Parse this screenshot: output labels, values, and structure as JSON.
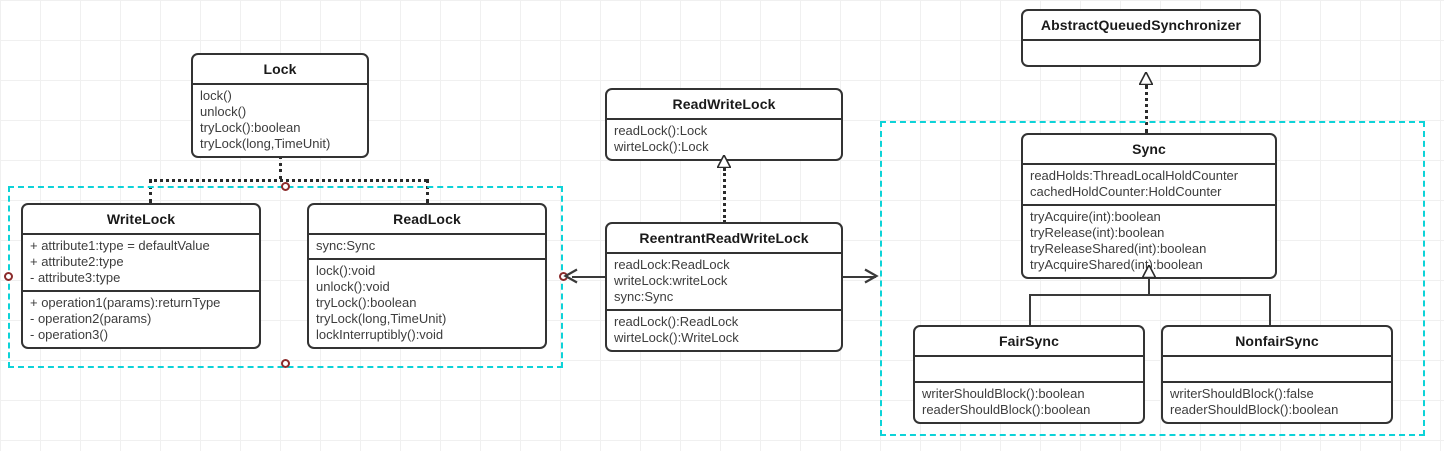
{
  "diagram": {
    "title": "ReentrantReadWriteLock UML class diagram",
    "accent_selection_color": "#0dd3d8",
    "handle_color": "#8b2b2b",
    "box_border_color": "#333333"
  },
  "classes": {
    "lock": {
      "name": "Lock",
      "attributes": [],
      "operations": [
        "lock()",
        "unlock()",
        "tryLock():boolean",
        "tryLock(long,TimeUnit)"
      ]
    },
    "write_lock": {
      "name": "WriteLock",
      "attributes": [
        "+ attribute1:type = defaultValue",
        "+ attribute2:type",
        "- attribute3:type"
      ],
      "operations": [
        "+ operation1(params):returnType",
        "- operation2(params)",
        "- operation3()"
      ]
    },
    "read_lock": {
      "name": "ReadLock",
      "attributes": [
        "sync:Sync"
      ],
      "operations": [
        "lock():void",
        "unlock():void",
        "tryLock():boolean",
        "tryLock(long,TimeUnit)",
        "lockInterruptibly():void"
      ]
    },
    "read_write_lock": {
      "name": "ReadWriteLock",
      "attributes": [],
      "operations": [
        "readLock():Lock",
        "wirteLock():Lock"
      ]
    },
    "reentrant_read_write_lock": {
      "name": "ReentrantReadWriteLock",
      "attributes": [
        "readLock:ReadLock",
        "writeLock:writeLock",
        "sync:Sync"
      ],
      "operations": [
        "readLock():ReadLock",
        "wirteLock():WriteLock"
      ]
    },
    "abstract_queued_synchronizer": {
      "name": "AbstractQueuedSynchronizer",
      "attributes": [],
      "operations": []
    },
    "sync": {
      "name": "Sync",
      "attributes": [
        "readHolds:ThreadLocalHoldCounter",
        "cachedHoldCounter:HoldCounter"
      ],
      "operations": [
        "tryAcquire(int):boolean",
        "tryRelease(int):boolean",
        "tryReleaseShared(int):boolean",
        "tryAcquireShared(int):boolean"
      ]
    },
    "fair_sync": {
      "name": "FairSync",
      "attributes": [],
      "operations": [
        "writerShouldBlock():boolean",
        "readerShouldBlock():boolean"
      ]
    },
    "nonfair_sync": {
      "name": "NonfairSync",
      "attributes": [],
      "operations": [
        "writerShouldBlock():false",
        "readerShouldBlock():boolean"
      ]
    }
  }
}
